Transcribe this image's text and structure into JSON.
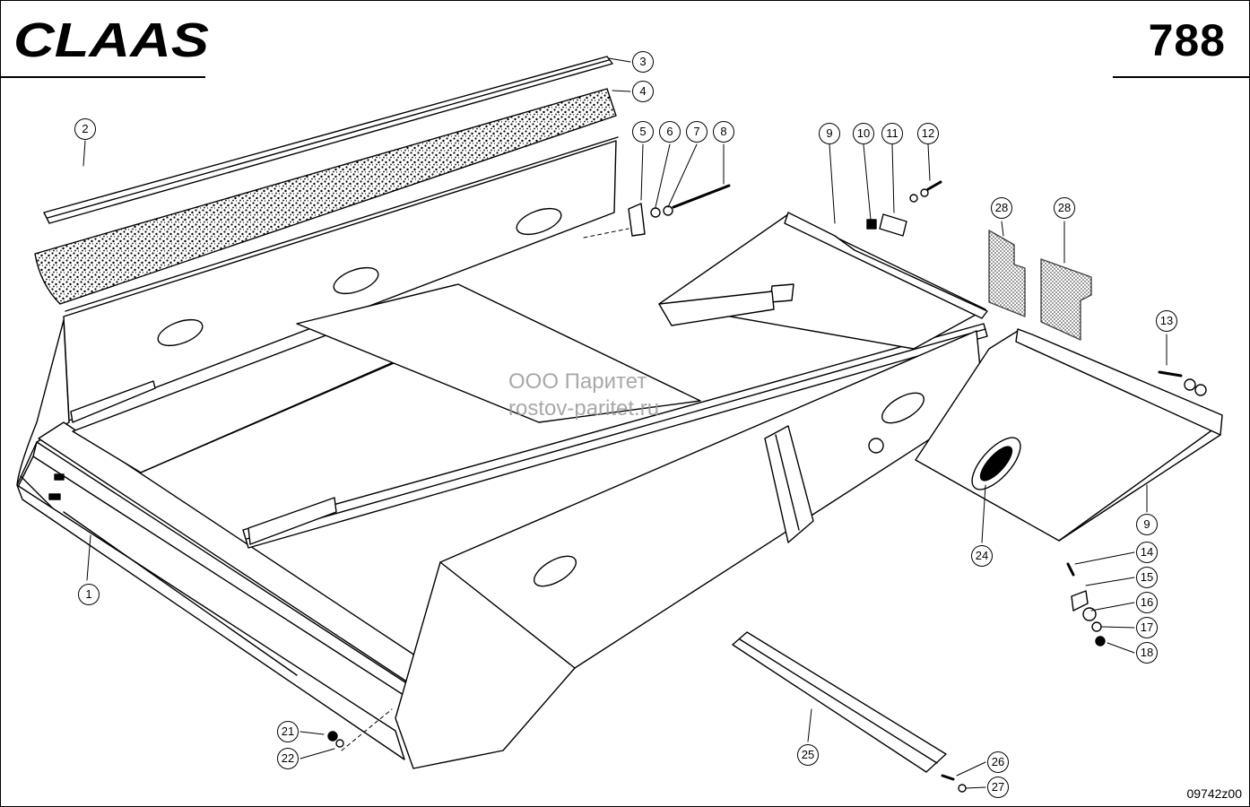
{
  "header": {
    "brand": "CLAAS",
    "page_number": "788"
  },
  "watermark": {
    "line1": "ООО Паритет",
    "line2": "rostov-paritet.ru"
  },
  "drawing_code": "09742z00",
  "callouts": [
    {
      "id": "c1",
      "label": "1"
    },
    {
      "id": "c2",
      "label": "2"
    },
    {
      "id": "c3",
      "label": "3"
    },
    {
      "id": "c4",
      "label": "4"
    },
    {
      "id": "c5",
      "label": "5"
    },
    {
      "id": "c6",
      "label": "6"
    },
    {
      "id": "c7",
      "label": "7"
    },
    {
      "id": "c8",
      "label": "8"
    },
    {
      "id": "c9a",
      "label": "9"
    },
    {
      "id": "c9b",
      "label": "9"
    },
    {
      "id": "c10",
      "label": "10"
    },
    {
      "id": "c11",
      "label": "11"
    },
    {
      "id": "c12",
      "label": "12"
    },
    {
      "id": "c13",
      "label": "13"
    },
    {
      "id": "c14",
      "label": "14"
    },
    {
      "id": "c15",
      "label": "15"
    },
    {
      "id": "c16",
      "label": "16"
    },
    {
      "id": "c17",
      "label": "17"
    },
    {
      "id": "c18",
      "label": "18"
    },
    {
      "id": "c21",
      "label": "21"
    },
    {
      "id": "c22",
      "label": "22"
    },
    {
      "id": "c24",
      "label": "24"
    },
    {
      "id": "c25",
      "label": "25"
    },
    {
      "id": "c26",
      "label": "26"
    },
    {
      "id": "c27",
      "label": "27"
    },
    {
      "id": "c28a",
      "label": "28"
    },
    {
      "id": "c28b",
      "label": "28"
    }
  ]
}
